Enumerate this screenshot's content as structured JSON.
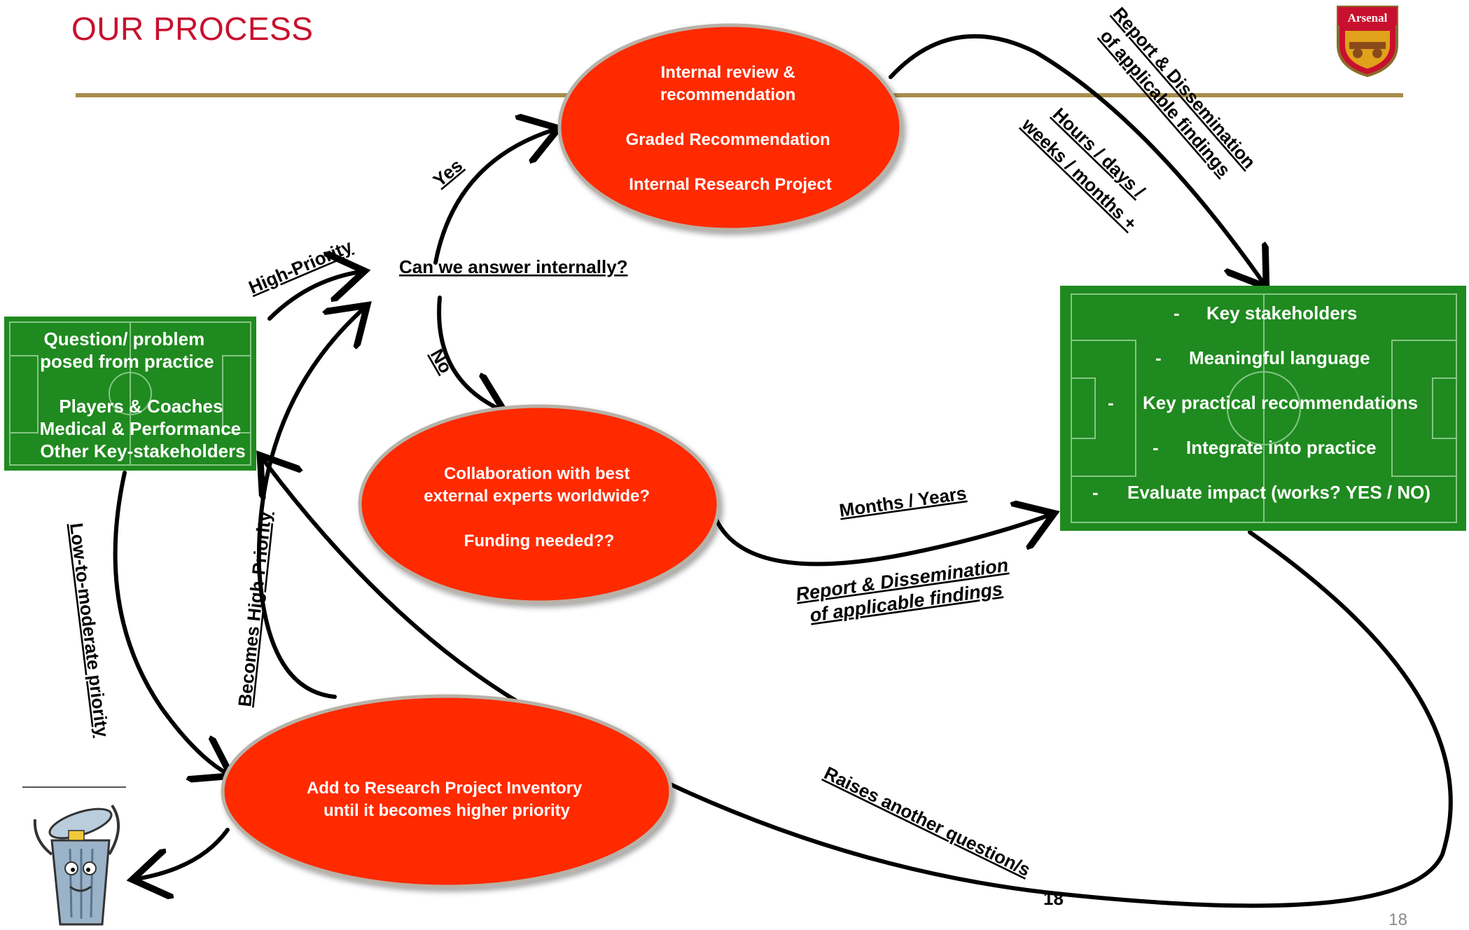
{
  "header": {
    "title": "OUR PROCESS",
    "page_number": "18",
    "footer_small_number": "18"
  },
  "logo": {
    "text": "Arsenal",
    "icon": "arsenal-crest-icon"
  },
  "nodes": {
    "question": {
      "lines": [
        "Question/ problem",
        "posed from practice",
        "",
        "Players &  Coaches",
        "Medical & Performance",
        "Other Key-stakeholders"
      ]
    },
    "internal": {
      "lines": [
        "Internal review &",
        "recommendation",
        "",
        "Graded Recommendation",
        "",
        "Internal Research Project"
      ]
    },
    "decision": {
      "text": "Can we answer internally?"
    },
    "external": {
      "lines": [
        "Collaboration with best",
        "external  experts worldwide?",
        "",
        "Funding needed??"
      ]
    },
    "inventory": {
      "lines": [
        "Add to Research Project Inventory",
        "until it becomes higher priority"
      ]
    },
    "outcome": {
      "items": [
        {
          "bullet": "-",
          "text": "Key stakeholders"
        },
        {
          "bullet": "-",
          "text": "Meaningful language"
        },
        {
          "bullet": "-",
          "text": "Key practical recommendations"
        },
        {
          "bullet": "-",
          "text": "Integrate into practice"
        },
        {
          "bullet": "-",
          "text": "Evaluate impact (works? YES / NO)"
        }
      ]
    }
  },
  "edge_labels": {
    "high_priority": "High-Priority",
    "yes": "Yes",
    "no": "No",
    "report_top_1": "Report & Dissemination",
    "report_top_2": "of applicable findings",
    "hours_1": "Hours / days /",
    "hours_2": "weeks / months +",
    "months_years": "Months / Years",
    "report_mid_1": "Report & Dissemination",
    "report_mid_2": "of applicable findings",
    "low_priority": "Low-to-moderate  priority",
    "becomes_high": "Becomes High-Priority",
    "raises": "Raises another question/s"
  },
  "colors": {
    "title": "#c8102e",
    "oval_fill": "#ff2a00",
    "oval_stroke": "#b8b2a8",
    "field_green": "#1f8a1f",
    "rule_line": "#a88d4a",
    "arrow": "#000000"
  }
}
